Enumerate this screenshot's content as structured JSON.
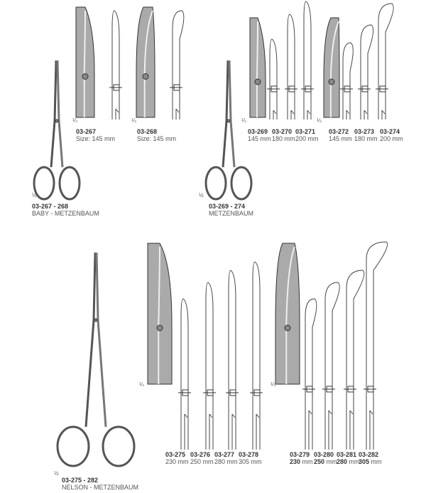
{
  "sections": [
    {
      "group_code": "03-267 - 268",
      "group_name": "BABY - METZENBAUM",
      "overall_scale": "½",
      "detail_scale": "¼",
      "items": [
        {
          "code": "03-267",
          "size": "Size: 145 mm",
          "shape": "straight"
        },
        {
          "code": "03-268",
          "size": "Size: 145 mm",
          "shape": "curved"
        }
      ]
    },
    {
      "group_code": "03-269 - 274",
      "group_name": "METZENBAUM",
      "overall_scale": "½",
      "detail_scale": "¼",
      "items": [
        {
          "code": "03-269",
          "size": "145 mm",
          "shape": "straight"
        },
        {
          "code": "03-270",
          "size": "180 mm",
          "shape": "straight"
        },
        {
          "code": "03-271",
          "size": "200 mm",
          "shape": "straight"
        },
        {
          "code": "03-272",
          "size": "145 mm",
          "shape": "curved"
        },
        {
          "code": "03-273",
          "size": "180 mm",
          "shape": "curved"
        },
        {
          "code": "03-274",
          "size": "200 mm",
          "shape": "curved"
        }
      ]
    },
    {
      "group_code": "03-275 - 282",
      "group_name": "NELSON - METZENBAUM",
      "overall_scale": "½",
      "detail_scale": "¼",
      "items": [
        {
          "code": "03-275",
          "size": "230 mm",
          "shape": "straight"
        },
        {
          "code": "03-276",
          "size": "250 mm",
          "shape": "straight"
        },
        {
          "code": "03-277",
          "size": "280 mm",
          "shape": "straight"
        },
        {
          "code": "03-278",
          "size": "305 mm",
          "shape": "straight"
        },
        {
          "code": "03-279",
          "size": "230",
          "unit": "mm",
          "shape": "curved"
        },
        {
          "code": "03-280",
          "size": "250",
          "unit": "mm",
          "shape": "curved"
        },
        {
          "code": "03-281",
          "size": "280",
          "unit": "mm",
          "shape": "curved"
        },
        {
          "code": "03-282",
          "size": "305",
          "unit": "mm",
          "shape": "curved"
        }
      ]
    }
  ]
}
